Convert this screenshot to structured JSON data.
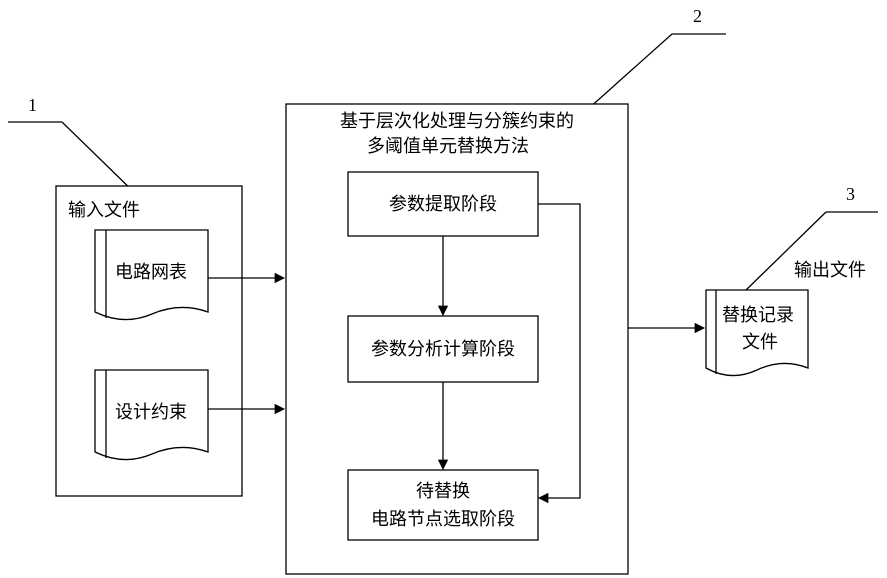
{
  "callouts": {
    "input": "1",
    "method": "2",
    "output": "3"
  },
  "input_box": {
    "title": "输入文件",
    "docs": [
      "电路网表",
      "设计约束"
    ]
  },
  "method_box": {
    "title_line1": "基于层次化处理与分簇约束的",
    "title_line2": "多阈值单元替换方法",
    "stages": {
      "stage1": "参数提取阶段",
      "stage2": "参数分析计算阶段",
      "stage3_line1": "待替换",
      "stage3_line2": "电路节点选取阶段"
    }
  },
  "output": {
    "label": "输出文件",
    "doc_line1": "替换记录",
    "doc_line2": "文件"
  }
}
